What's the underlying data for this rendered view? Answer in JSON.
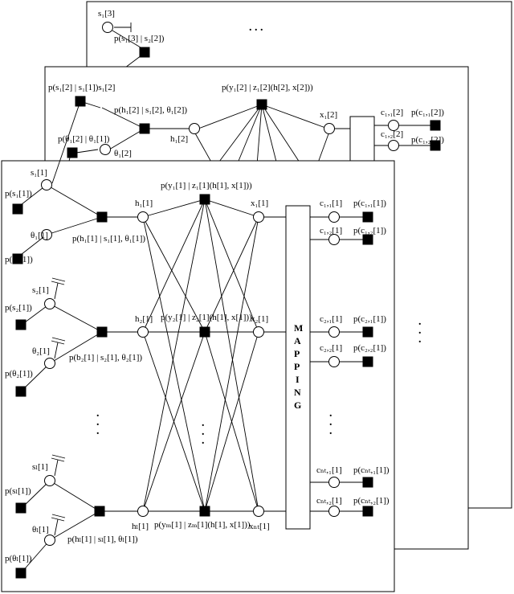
{
  "page3": {
    "s_label": "s₁[3]",
    "top_dots": ". . .",
    "f_s_label": "p(s₁[3] | s₂[2])"
  },
  "page2": {
    "f_s_label": "p(s₁[2] | s₁[1])s₁[2]",
    "f_h_label": "p(h₁[2] | s₁[2], θ₁[2])",
    "f_theta_label": "p(θ₁[2] | θ₁[1])",
    "theta_label": "θ₁[2]",
    "h_label": "h₁[2]",
    "f_y_label": "p(y₁[2] | z₁[2](h[2], x[2]))",
    "x_label": "x₁[2]",
    "c1_label": "c₁,₁[2]",
    "c2_label": "c₁,₂[2]",
    "fc1_label": "p(c₁,₁[2])",
    "fc2_label": "p(c₁,₂[2])"
  },
  "page1": {
    "mapping_letters": [
      "M",
      "A",
      "P",
      "P",
      "I",
      "N",
      "G"
    ],
    "users": [
      {
        "s": "s₁[1]",
        "fs": "p(s₁[1])",
        "theta": "θ₁[1]",
        "ftheta": "p(θ₁[1])",
        "fh": "p(h₁[1] | s₁[1], θ₁[1])",
        "h": "h₁[1]"
      },
      {
        "s": "s₂[1]",
        "fs": "p(s₂[1])",
        "theta": "θ₂[1]",
        "ftheta": "p(θ₂[1])",
        "fh": "p(b₂[1] | s₂[1], θ₂[1])",
        "h": "h₂[1]"
      },
      {
        "s": "sₗ[1]",
        "fs": "p(sₗ[1])",
        "theta": "θₗ[1]",
        "ftheta": "p(θₗ[1])",
        "fh": "p(hₗ[1] | sₗ[1], θₗ[1])",
        "h": "hₗ[1]"
      }
    ],
    "observations": [
      {
        "label": "p(y₁[1] | z₁[1](h[1], x[1]))"
      },
      {
        "label": "p(y₂[1] | z₂[1](h[1], x[1]))"
      },
      {
        "label": "p(yₘ[1] | zₘ[1](h[1], x[1]))"
      }
    ],
    "xs": [
      "x₁[1]",
      "x₂[1]",
      "xₙₜ[1]"
    ],
    "codes": [
      {
        "c1": "c₁,₁[1]",
        "fc1": "p(c₁,₁[1])",
        "c2": "c₁,₂[1]",
        "fc2": "p(c₁,₂[1])"
      },
      {
        "c1": "c₂,₁[1]",
        "fc1": "p(c₂,₁[1])",
        "c2": "c₂,₂[1]",
        "fc2": "p(c₂,₂[1])"
      },
      {
        "c1": "cₙₜ,₁[1]",
        "fc1": "p(cₙₜ,₁[1])",
        "c2": "cₙₜ,₂[1]",
        "fc2": "p(cₙₜ,₂[1])"
      }
    ],
    "dots": ".\n.\n."
  }
}
